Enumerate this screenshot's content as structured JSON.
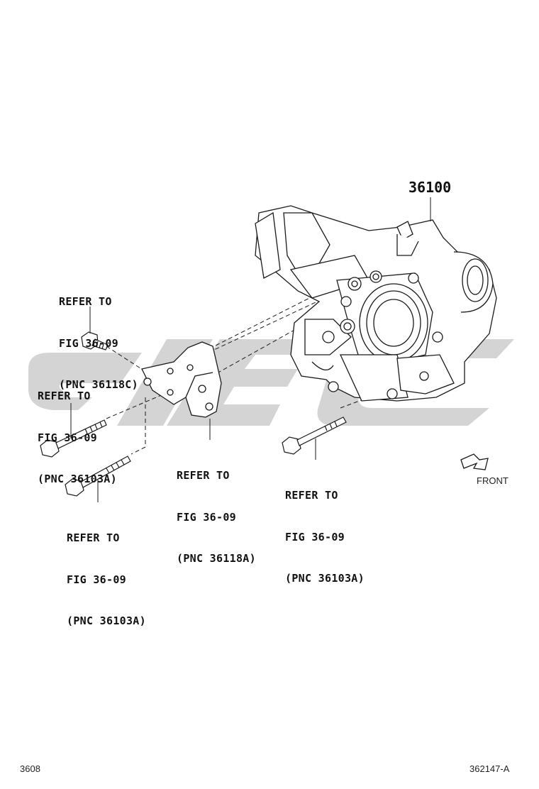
{
  "part_number": "36100",
  "callouts": [
    {
      "line1": "REFER TO",
      "line2": "FIG 36-09",
      "line3": "(PNC 36118C)"
    },
    {
      "line1": "REFER TO",
      "line2": "FIG 36-09",
      "line3": "(PNC 36103A)"
    },
    {
      "line1": "REFER TO",
      "line2": "FIG 36-09",
      "line3": "(PNC 36118A)"
    },
    {
      "line1": "REFER TO",
      "line2": "FIG 36-09",
      "line3": "(PNC 36103A)"
    },
    {
      "line1": "REFER TO",
      "line2": "FIG 36-09",
      "line3": "(PNC 36103A)"
    }
  ],
  "direction_label": "FRONT",
  "footer": {
    "left_code": "3608",
    "right_code": "362147-A"
  },
  "colors": {
    "line": "#1a1a1a",
    "watermark": "#d0d0d0"
  }
}
